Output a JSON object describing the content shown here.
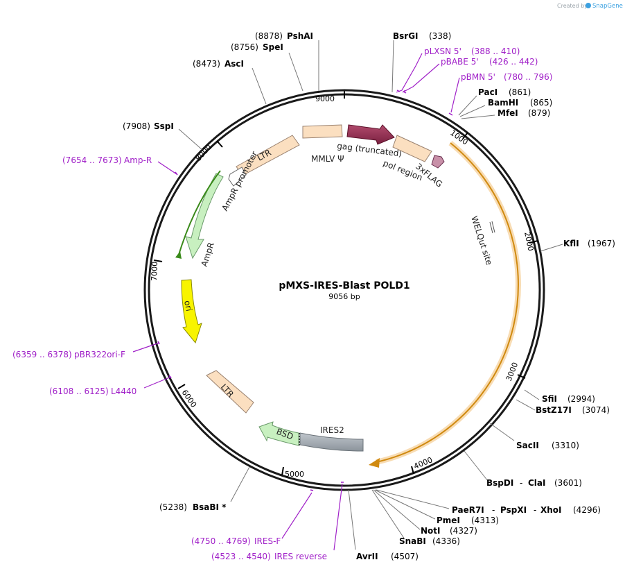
{
  "credit": {
    "created_by": "Created by",
    "brand": "SnapGene"
  },
  "plasmid": {
    "name": "pMXS-IRES-Blast POLD1",
    "length": "9056 bp"
  },
  "ticks": [
    "9000",
    "1000",
    "2000",
    "3000",
    "4000",
    "5000",
    "6000",
    "7000",
    "8000"
  ],
  "enzymes": [
    {
      "name": "PshAI",
      "pos": "(8878)"
    },
    {
      "name": "SpeI",
      "pos": "(8756)"
    },
    {
      "name": "AscI",
      "pos": "(8473)"
    },
    {
      "name": "SspI",
      "pos": "(7908)"
    },
    {
      "name": "BsrGI",
      "pos": "(338)"
    },
    {
      "name": "PacI",
      "pos": "(861)"
    },
    {
      "name": "BamHI",
      "pos": "(865)"
    },
    {
      "name": "MfeI",
      "pos": "(879)"
    },
    {
      "name": "KflI",
      "pos": "(1967)"
    },
    {
      "name": "SfiI",
      "pos": "(2994)"
    },
    {
      "name": "BstZ17I",
      "pos": "(3074)"
    },
    {
      "name": "SacII",
      "pos": "(3310)"
    },
    {
      "name": "BspDI",
      "name2": "ClaI",
      "pos": "(3601)"
    },
    {
      "name": "PaeR7I",
      "name2": "PspXI",
      "name3": "XhoI",
      "pos": "(4296)"
    },
    {
      "name": "PmeI",
      "pos": "(4313)"
    },
    {
      "name": "NotI",
      "pos": "(4327)"
    },
    {
      "name": "SnaBI",
      "pos": "(4336)"
    },
    {
      "name": "AvrII",
      "pos": "(4507)"
    },
    {
      "name": "BsaBI *",
      "pos": "(5238)"
    }
  ],
  "primers": [
    {
      "name": "pLXSN 5'",
      "range": "(388 .. 410)"
    },
    {
      "name": "pBABE 5'",
      "range": "(426 .. 442)"
    },
    {
      "name": "pBMN 5'",
      "range": "(780 .. 796)"
    },
    {
      "name": "Amp-R",
      "range": "(7654 .. 7673)"
    },
    {
      "name": "pBR322ori-F",
      "range": "(6359 .. 6378)"
    },
    {
      "name": "L4440",
      "range": "(6108 .. 6125)"
    },
    {
      "name": "IRES-F",
      "range": "(4750 .. 4769)"
    },
    {
      "name": "IRES reverse",
      "range": "(4523 .. 4540)"
    }
  ],
  "features": {
    "ltr_top": "LTR",
    "mmlv": "MMLV Ψ",
    "gag": "gag (truncated)",
    "pol": "pol region",
    "flag": "3xFLAG",
    "welqut": "WELQut site",
    "amp_promoter": "AmpR promoter",
    "ampr": "AmpR",
    "ori": "ori",
    "ltr_bottom": "LTR",
    "bsd": "BSD",
    "ires2": "IRES2"
  },
  "colors": {
    "backbone": "#1a1a1a",
    "ltr": "#fbdfc0",
    "gag": "#963253",
    "flag": "#c890a8",
    "pol_orf": "#e8b060",
    "ampr": "#c8f0c0",
    "ori": "#f8f400",
    "ires": "#a0a8b0",
    "primer": "#a020c8"
  }
}
